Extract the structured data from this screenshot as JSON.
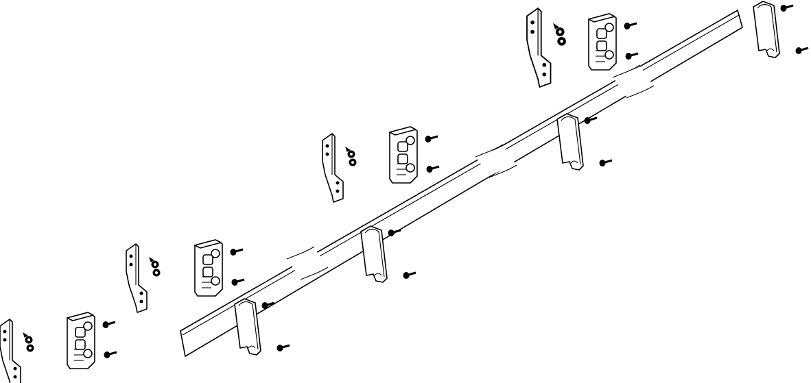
{
  "diagram": {
    "type": "exploded-assembly-line-drawing",
    "colors": {
      "background": "#ffffff",
      "stroke": "#000000"
    },
    "parts": {
      "rail": "long-rail-bar",
      "break_marks": 3,
      "hinge_plates": 4,
      "latch_blocks": 4,
      "u_brackets": 4
    }
  }
}
